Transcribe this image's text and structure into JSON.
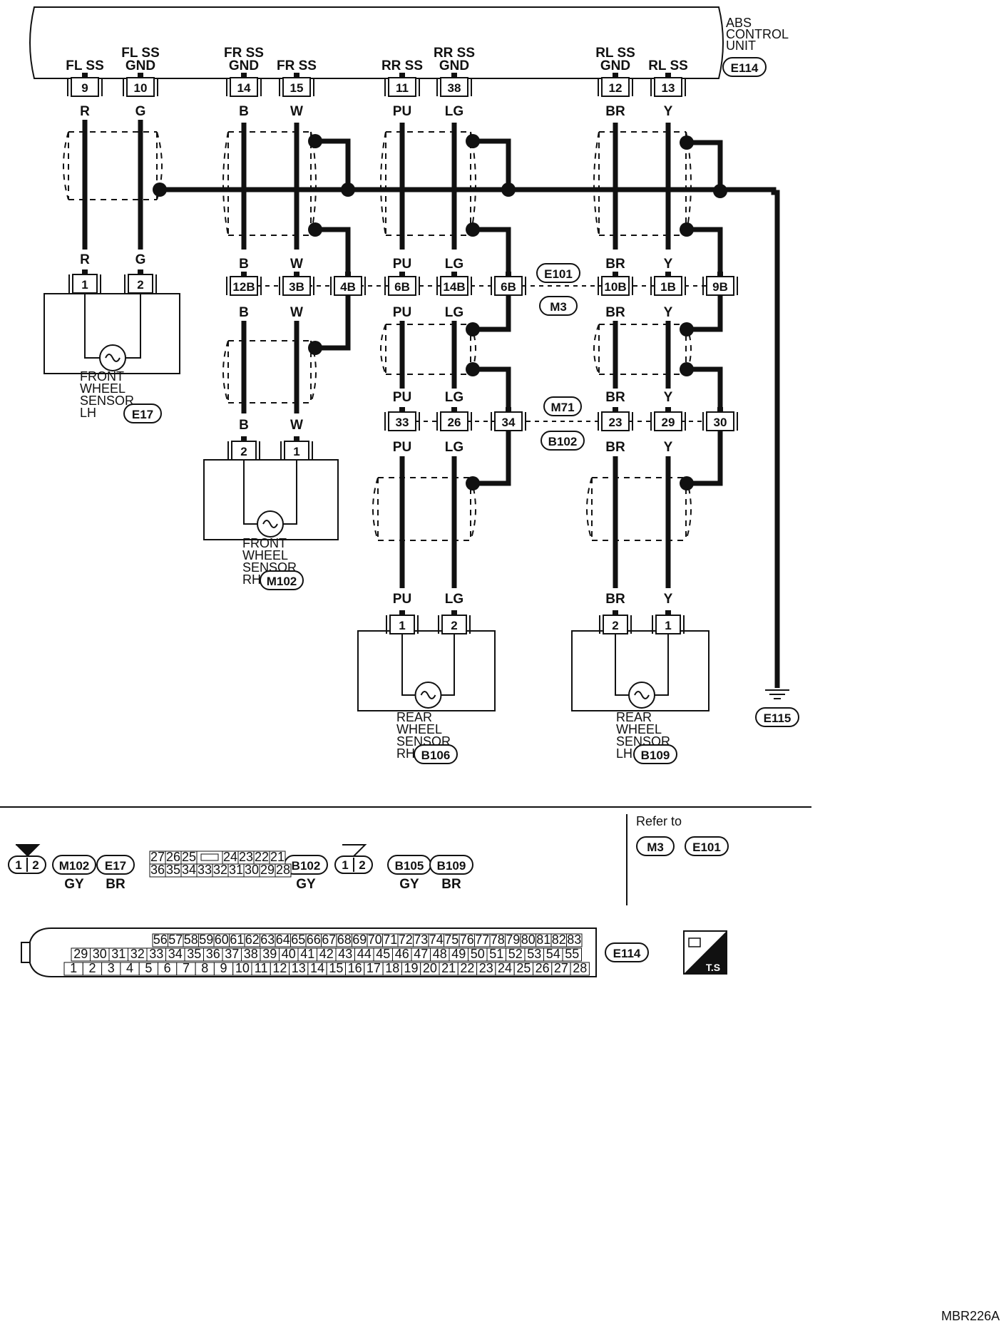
{
  "ecu": {
    "title_lines": [
      "ABS",
      "CONTROL",
      "UNIT"
    ],
    "connector": "E114",
    "pins": [
      {
        "label": [
          "FL SS"
        ],
        "pin": "9",
        "color": "R"
      },
      {
        "label": [
          "FL SS",
          "GND"
        ],
        "pin": "10",
        "color": "G"
      },
      {
        "label": [
          "FR SS",
          "GND"
        ],
        "pin": "14",
        "color": "B"
      },
      {
        "label": [
          "FR SS"
        ],
        "pin": "15",
        "color": "W"
      },
      {
        "label": [
          "RR SS"
        ],
        "pin": "11",
        "color": "PU"
      },
      {
        "label": [
          "RR SS",
          "GND"
        ],
        "pin": "38",
        "color": "LG"
      },
      {
        "label": [
          "RL SS",
          "GND"
        ],
        "pin": "12",
        "color": "BR"
      },
      {
        "label": [
          "RL SS"
        ],
        "pin": "13",
        "color": "Y"
      }
    ]
  },
  "junction1": {
    "pins": [
      "12B",
      "3B",
      "4B",
      "6B",
      "14B",
      "6B",
      "10B",
      "1B",
      "9B"
    ],
    "connectors": [
      "E101",
      "M3"
    ]
  },
  "junction2": {
    "pins": [
      "33",
      "26",
      "34",
      "23",
      "29",
      "30"
    ],
    "connectors": [
      "M71",
      "B102"
    ]
  },
  "sensors": [
    {
      "name_lines": [
        "FRONT",
        "WHEEL",
        "SENSOR",
        "LH"
      ],
      "connector": "E17",
      "pins": [
        "1",
        "2"
      ],
      "colors": [
        "R",
        "G"
      ]
    },
    {
      "name_lines": [
        "FRONT",
        "WHEEL",
        "SENSOR",
        "RH"
      ],
      "connector": "M102",
      "pins": [
        "2",
        "1"
      ],
      "colors": [
        "B",
        "W"
      ]
    },
    {
      "name_lines": [
        "REAR",
        "WHEEL",
        "SENSOR",
        "RH"
      ],
      "connector": "B106",
      "pins": [
        "1",
        "2"
      ],
      "colors": [
        "PU",
        "LG"
      ]
    },
    {
      "name_lines": [
        "REAR",
        "WHEEL",
        "SENSOR",
        "LH"
      ],
      "connector": "B109",
      "pins": [
        "2",
        "1"
      ],
      "colors": [
        "BR",
        "Y"
      ]
    }
  ],
  "ground": "E115",
  "legend": {
    "two_pin": [
      "1",
      "2"
    ],
    "group1": [
      {
        "code": "M102",
        "color": "GY"
      },
      {
        "code": "E17",
        "color": "BR"
      }
    ],
    "b102_row1": [
      "27",
      "26",
      "25",
      "",
      "24",
      "23",
      "22",
      "21"
    ],
    "b102_row2": [
      "36",
      "35",
      "34",
      "33",
      "32",
      "31",
      "30",
      "29",
      "28"
    ],
    "b102": {
      "code": "B102",
      "color": "GY"
    },
    "group2": [
      {
        "code": "B105",
        "color": "GY"
      },
      {
        "code": "B109",
        "color": "BR"
      }
    ],
    "refer_to": "Refer to",
    "refer_codes": [
      "M3",
      "E101"
    ],
    "e114_row1": [
      "56",
      "57",
      "58",
      "59",
      "60",
      "61",
      "62",
      "63",
      "64",
      "65",
      "66",
      "67",
      "68",
      "69",
      "70",
      "71",
      "72",
      "73",
      "74",
      "75",
      "76",
      "77",
      "78",
      "79",
      "80",
      "81",
      "82",
      "83"
    ],
    "e114_row2": [
      "29",
      "30",
      "31",
      "32",
      "33",
      "34",
      "35",
      "36",
      "37",
      "38",
      "39",
      "40",
      "41",
      "42",
      "43",
      "44",
      "45",
      "46",
      "47",
      "48",
      "49",
      "50",
      "51",
      "52",
      "53",
      "54",
      "55"
    ],
    "e114_row3": [
      "1",
      "2",
      "3",
      "4",
      "5",
      "6",
      "7",
      "8",
      "9",
      "10",
      "11",
      "12",
      "13",
      "14",
      "15",
      "16",
      "17",
      "18",
      "19",
      "20",
      "21",
      "22",
      "23",
      "24",
      "25",
      "26",
      "27",
      "28"
    ],
    "e114": "E114",
    "ts": "T.S"
  },
  "code": "MBR226A"
}
